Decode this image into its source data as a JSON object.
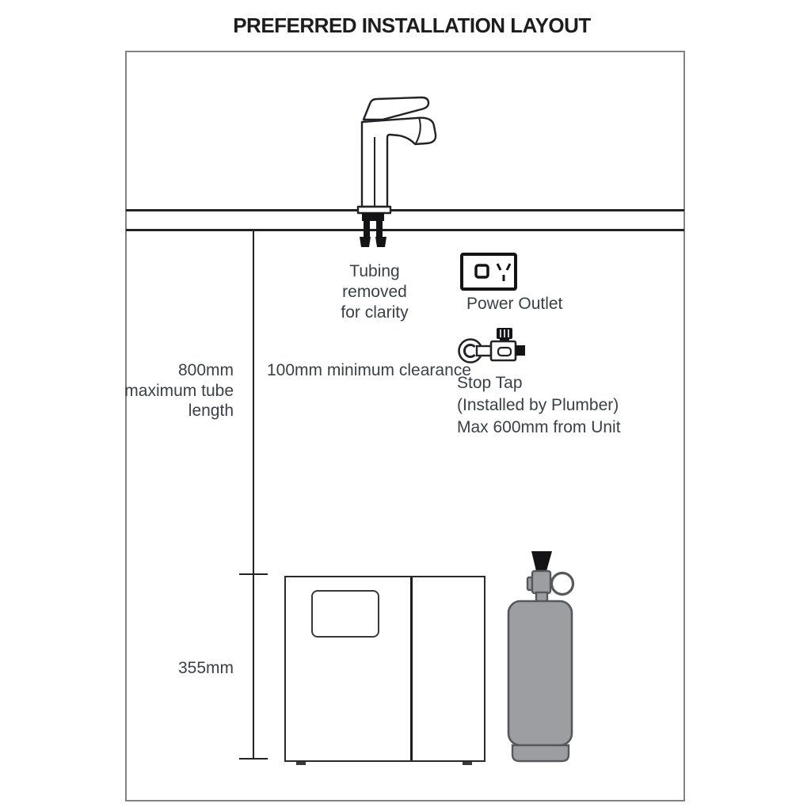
{
  "page": {
    "title": "PREFERRED INSTALLATION LAYOUT"
  },
  "labels": {
    "tubing_note": [
      "Tubing",
      "removed",
      "for clarity"
    ],
    "power_outlet": "Power Outlet",
    "stop_tap": [
      "Stop Tap",
      "(Installed by Plumber)",
      "Max 600mm from Unit"
    ],
    "tube_length": [
      "800mm",
      "maximum",
      "tube length"
    ],
    "clearance": [
      "100mm",
      "minimum",
      "clearance"
    ],
    "unit_height": "355mm"
  },
  "icons": {
    "tap": "tap-icon",
    "power_outlet": "power-outlet-icon",
    "stop_tap": "stop-tap-icon",
    "under_counter_unit": "under-counter-unit",
    "co2_cylinder": "co2-cylinder-icon"
  },
  "colors": {
    "diagram_line": "#232327",
    "label_text": "#3b4047",
    "title_text": "#1d1d20",
    "frame_border": "#808285",
    "cylinder_gray": "#9c9ea1",
    "cylinder_outline": "#56585b",
    "solid_black": "#141416"
  }
}
